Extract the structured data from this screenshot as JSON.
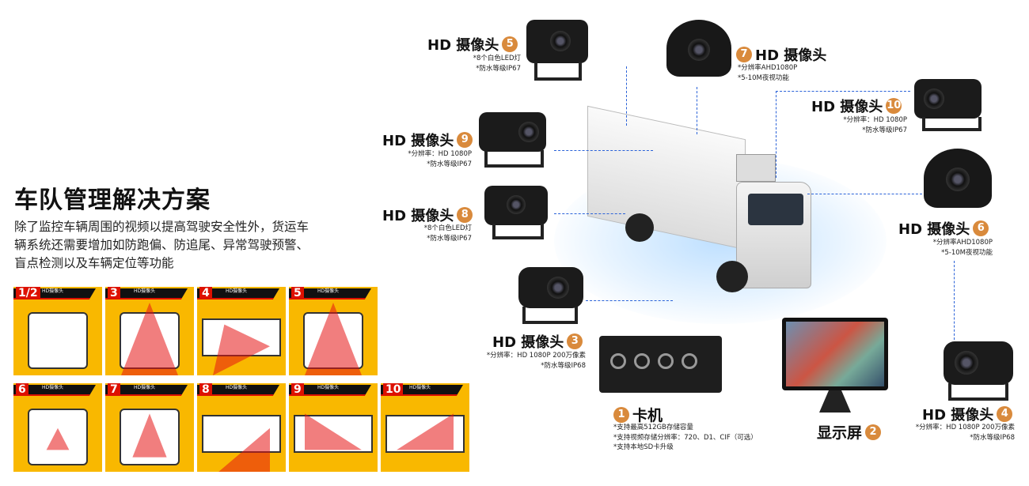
{
  "left": {
    "title": "车队管理解决方案",
    "description": "除了监控车辆周围的视频以提高驾驶安全性外，货运车辆系统还需要增加如防跑偏、防追尾、异常驾驶预警、盲点检测以及车辆定位等功能",
    "tiles": [
      {
        "num": "1/2",
        "caption": "HD摄像头"
      },
      {
        "num": "3",
        "caption": "HD摄像头"
      },
      {
        "num": "4",
        "caption": "HD摄像头"
      },
      {
        "num": "5",
        "caption": "HD摄像头"
      },
      {
        "num": "6",
        "caption": "HD摄像头"
      },
      {
        "num": "7",
        "caption": "HD摄像头"
      },
      {
        "num": "8",
        "caption": "HD摄像头"
      },
      {
        "num": "9",
        "caption": "HD摄像头"
      },
      {
        "num": "10",
        "caption": "HD摄像头"
      }
    ]
  },
  "components": {
    "cam5": {
      "label": "HD 摄像头",
      "num": "5",
      "specs": [
        "*8个白色LED灯",
        "*防水等级IP67"
      ]
    },
    "cam7": {
      "label": "HD 摄像头",
      "num": "7",
      "specs": [
        "*分辨率AHD1080P",
        "*5-10M夜视功能"
      ]
    },
    "cam10": {
      "label": "HD 摄像头",
      "num": "10",
      "specs": [
        "*分辨率：HD 1080P",
        "*防水等级IP67"
      ]
    },
    "cam9": {
      "label": "HD 摄像头",
      "num": "9",
      "specs": [
        "*分辨率：HD 1080P",
        "*防水等级IP67"
      ]
    },
    "cam8": {
      "label": "HD 摄像头",
      "num": "8",
      "specs": [
        "*8个白色LED灯",
        "*防水等级IP67"
      ]
    },
    "cam6": {
      "label": "HD 摄像头",
      "num": "6",
      "specs": [
        "*分辨率AHD1080P",
        "*5-10M夜视功能"
      ]
    },
    "cam3": {
      "label": "HD 摄像头",
      "num": "3",
      "specs": [
        "*分辨率：HD 1080P 200万像素",
        "*防水等级IP68"
      ]
    },
    "dvr": {
      "label": "卡机",
      "num": "1",
      "specs": [
        "*支持最高512GB存储容量",
        "*支持视频存储分辨率：720、D1、CIF（可选）",
        "*支持本地SD卡升级"
      ]
    },
    "monitor": {
      "label": "显示屏",
      "num": "2"
    },
    "cam4": {
      "label": "HD 摄像头",
      "num": "4",
      "specs": [
        "*分辨率：HD 1080P 200万像素",
        "*防水等级IP68"
      ]
    }
  }
}
